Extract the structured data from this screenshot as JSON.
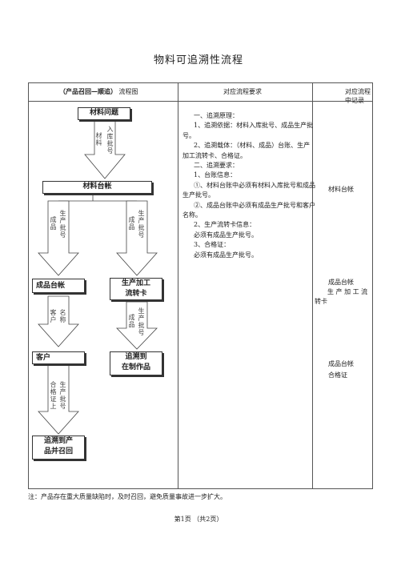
{
  "title": "物料可追溯性流程",
  "header": {
    "col1_bold": "（产品召回—顺追）",
    "col1_rest": "流程图",
    "col2": "对应流程要求",
    "col3": "对应流程中记录"
  },
  "flow": {
    "box_material_issue": "材料问题",
    "arrow1_a": "入库批号",
    "arrow1_b": "材料",
    "box_material_ledger": "材料台帐",
    "arrow2_a": "生产批号",
    "arrow2_b": "成品",
    "arrow3_a": "生产批号",
    "arrow3_b": "成品",
    "box_product_ledger": "成品台帐",
    "box_process_card_l1": "生产加工",
    "box_process_card_l2": "流转卡",
    "arrow4_a": "名称",
    "arrow4_b": "客户",
    "arrow5_a": "生产批号",
    "arrow5_b": "成品",
    "box_customer": "客户",
    "box_wip_l1": "追溯到",
    "box_wip_l2": "在制作品",
    "arrow6_a": "生产批号",
    "arrow6_b": "合格证上",
    "box_recall_l1": "追溯到产",
    "box_recall_l2": "品并召回"
  },
  "requirements": [
    "一、追溯原理：",
    "1、追溯依据：材料入库批号、成品生产批号。",
    "2、追溯载体：（材料、成品）台账、生产加工流转卡、合格证。",
    "二、追溯要求：",
    "1、台账信息：",
    "①、材料台账中必须有材料入库批号和成品生产批号。",
    "②、成品台账中必须有成品生产批号和客户名称。",
    "2、生产流转卡信息：",
    "必须有成品生产批号。",
    "3、合格证：",
    "必须有成品生产批号。"
  ],
  "records": {
    "r1": "材料台帐",
    "r2": "成品台帐",
    "r3": "生 产 加 工 流 转卡",
    "r4": "成品台帐",
    "r5": "合格证"
  },
  "note": "注：产品存在重大质量缺陷时，及时召回，避免质量事故进一步扩大。",
  "footer": "第1页 （共2页）"
}
